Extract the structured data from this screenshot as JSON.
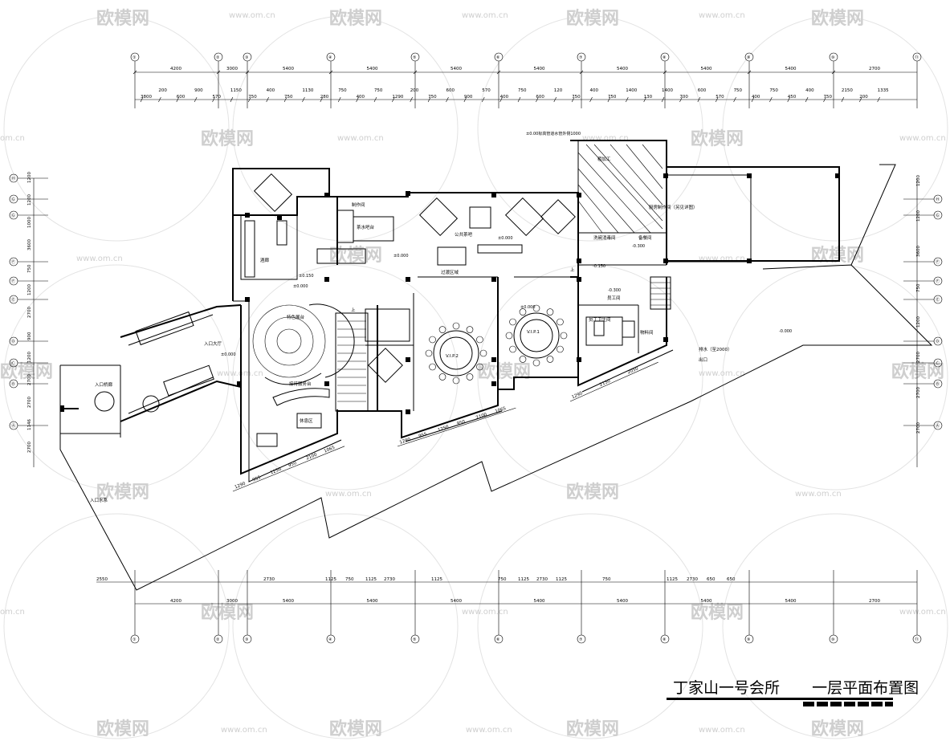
{
  "drawing": {
    "title": "丁家山一号会所",
    "subtitle": "一层平面布置图"
  },
  "watermark": {
    "brand": "欧模网",
    "url": "www.om.cn",
    "url_short": "om.cn"
  },
  "axes": {
    "top": [
      "①",
      "②",
      "③",
      "④",
      "⑤",
      "⑥",
      "⑦",
      "⑧",
      "⑨",
      "⑩",
      "⑪"
    ],
    "left": [
      "Ⓗ",
      "Ⓖ",
      "Ⓖ",
      "Ⓕ",
      "Ⓕ",
      "Ⓔ",
      "Ⓓ",
      "Ⓒ",
      "Ⓑ",
      "Ⓐ"
    ],
    "right": [
      "Ⓗ",
      "Ⓖ",
      "Ⓕ",
      "Ⓕ",
      "Ⓔ",
      "Ⓓ",
      "Ⓒ",
      "Ⓑ",
      "Ⓐ"
    ]
  },
  "dimensions": {
    "top_main": [
      "4200",
      "3000",
      "5400",
      "5400",
      "5400",
      "5400",
      "5400",
      "5400",
      "5400",
      "2700"
    ],
    "top_sub": [
      "3800",
      "200",
      "600",
      "900",
      "570",
      "1150",
      "750",
      "400",
      "750",
      "1130",
      "280",
      "750",
      "400",
      "750",
      "1290",
      "200",
      "750",
      "600",
      "900",
      "570",
      "400",
      "750",
      "600",
      "120",
      "750",
      "400",
      "750",
      "1400",
      "130",
      "1400",
      "700",
      "600",
      "570",
      "750",
      "400",
      "750",
      "450",
      "400",
      "750",
      "2150",
      "200",
      "1335"
    ],
    "bottom_main": [
      "4200",
      "3000",
      "5400",
      "5400",
      "5400",
      "5400",
      "5400",
      "5400",
      "5400",
      "2700"
    ],
    "bottom_sub": [
      "2550",
      "2730",
      "1125",
      "750",
      "1125",
      "2730",
      "1125",
      "750",
      "1125",
      "2730",
      "1125",
      "750",
      "1125",
      "2730",
      "650",
      "650"
    ],
    "left": [
      "1200",
      "1200",
      "1000",
      "3600",
      "750",
      "1200",
      "2700",
      "900",
      "1200",
      "2700",
      "2700",
      "1146",
      "2700"
    ],
    "right": [
      "1200",
      "1200",
      "3600",
      "750",
      "1200",
      "2700",
      "2700",
      "2700"
    ],
    "sw": [
      "1290",
      "955",
      "1250",
      "950",
      "2100",
      "1065"
    ],
    "mid": [
      "1290",
      "955",
      "1250",
      "950",
      "2100",
      "1065"
    ],
    "se": [
      "1290",
      "2150",
      "2050"
    ]
  },
  "rooms": {
    "cuja": "粗加工",
    "chufang": "厨房制作间（另见详图）",
    "zhizuo": "制作间",
    "chashui": "茶水吧台",
    "gonggong": "公共茶吧",
    "guodu": "过渡区域",
    "xipao": "洗碗消毒间",
    "beican": "备餐间",
    "jiuba": "酒廊",
    "tese": "特色展台",
    "rukou_dating": "入口大厅",
    "rukou_qiao": "入口桥廊",
    "rukou_shuixi": "入口水系",
    "jiedai": "接待服务台",
    "xiuxi": "休息区",
    "vip1": "V.I.P.1",
    "vip2": "V.I.P.2",
    "yuangong": "员工间",
    "yuangong_wc": "员工卫生间",
    "wuliao": "物料间",
    "paishui": "排水（至2000）",
    "elev_note": "±0.00标高管道水管外侧1000",
    "shangxia": "上",
    "chuke": "出口"
  },
  "levels": {
    "l0": "±0.000",
    "l1": "±0.150",
    "l2": "-0.300",
    "l3": "-0.150",
    "l4": "-0.300",
    "l5": "±0.000",
    "l6": "±0.000",
    "l7": "-0.000"
  }
}
